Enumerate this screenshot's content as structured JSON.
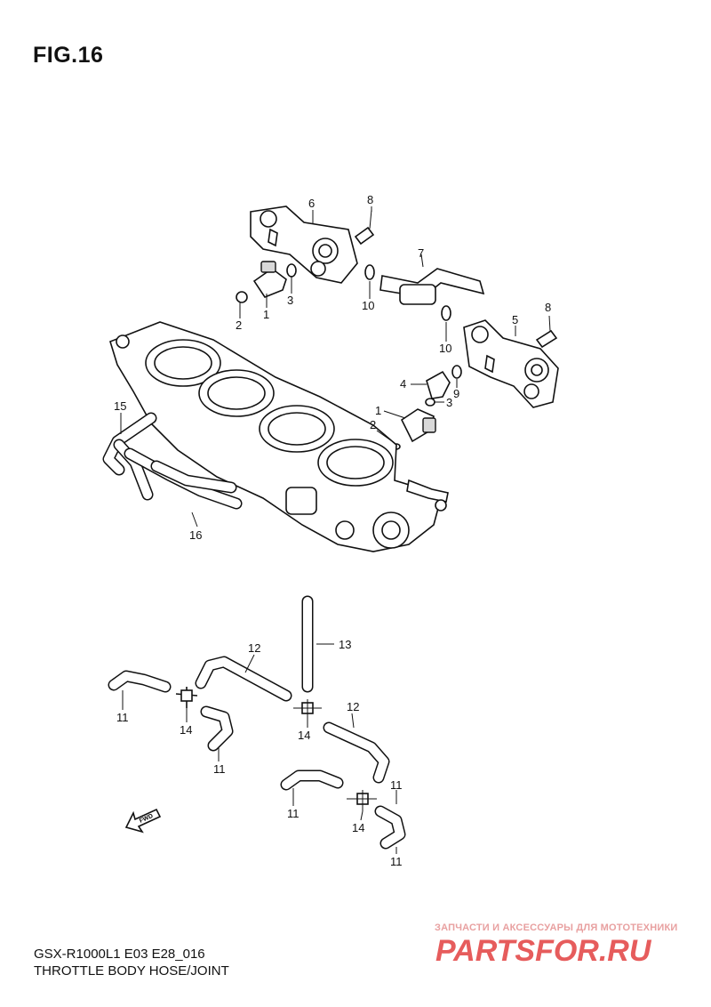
{
  "figure": {
    "title": "FIG.16",
    "model_code": "GSX-R1000L1 E03 E28_016",
    "section_title": "THROTTLE BODY HOSE/JOINT"
  },
  "callouts": {
    "c6": "6",
    "c8a": "8",
    "c7": "7",
    "c3a": "3",
    "c1a": "1",
    "c2a": "2",
    "c10a": "10",
    "c10b": "10",
    "c5": "5",
    "c8b": "8",
    "c4": "4",
    "c9": "9",
    "c3b": "3",
    "c1b": "1",
    "c2b": "2",
    "c15": "15",
    "c16": "16",
    "c13": "13",
    "c12a": "12",
    "c12b": "12",
    "c11a": "11",
    "c14a": "14",
    "c11b": "11",
    "c14b": "14",
    "c11c": "11",
    "c11d": "11",
    "c14c": "14",
    "c11e": "11"
  },
  "fwd_arrow": {
    "label": "FWD",
    "icon": "fwd-arrow-icon"
  },
  "watermark": {
    "tagline": "ЗАПЧАСТИ И АКСЕССУАРЫ ДЛЯ МОТОТЕХНИКИ",
    "brand": "PARTSFOR.RU",
    "color": "#e65c5c"
  }
}
